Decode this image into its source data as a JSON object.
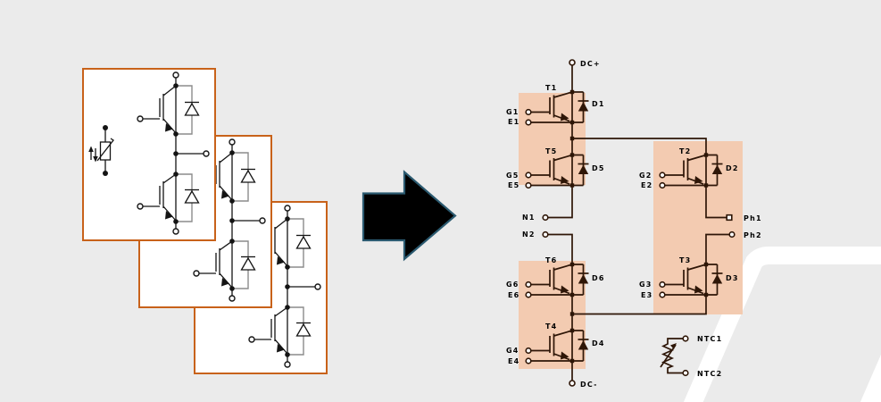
{
  "figure": {
    "description_colors": {
      "background": "#ebebeb",
      "card_border": "#c8621a",
      "card_background": "#ffffff",
      "module_highlight": "#f3cbb1",
      "schematic_line": "#2e1607",
      "arrow_fill": "#000000",
      "arrow_outline": "#2b5a70",
      "swoosh": "#ffffff"
    }
  },
  "schematic": {
    "labels": {
      "dc_plus": "DC+",
      "dc_minus": "DC-",
      "t1": "T1",
      "d1": "D1",
      "g1": "G1",
      "e1": "E1",
      "t5": "T5",
      "d5": "D5",
      "g5": "G5",
      "e5": "E5",
      "n1": "N1",
      "n2": "N2",
      "t2": "T2",
      "d2": "D2",
      "g2": "G2",
      "e2": "E2",
      "ph1": "Ph1",
      "ph2": "Ph2",
      "t3": "T3",
      "d3": "D3",
      "g3": "G3",
      "e3": "E3",
      "t6": "T6",
      "d6": "D6",
      "g6": "G6",
      "e6": "E6",
      "t4": "T4",
      "d4": "D4",
      "g4": "G4",
      "e4": "E4",
      "ntc1": "NTC1",
      "ntc2": "NTC2"
    }
  }
}
